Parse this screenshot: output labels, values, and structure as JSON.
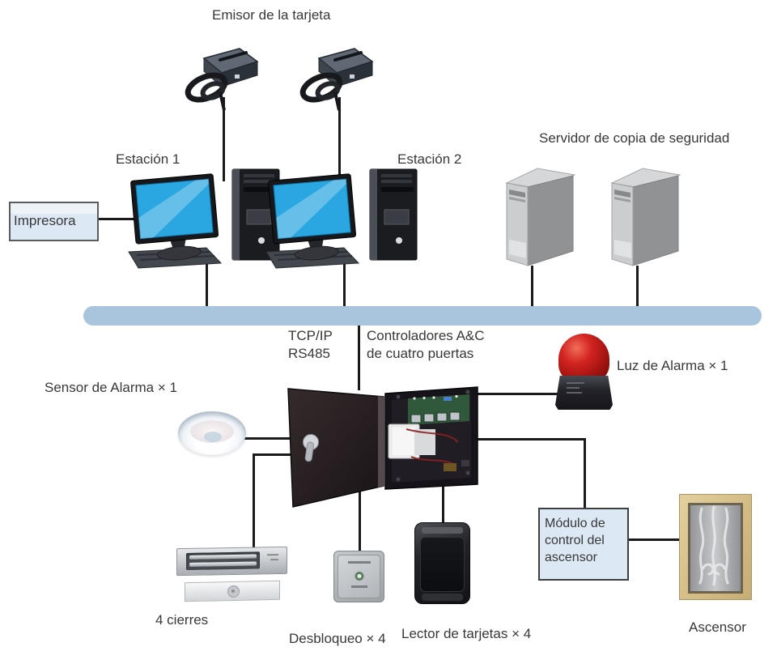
{
  "diagram": {
    "labels": {
      "card_issuer": "Emisor de la tarjeta",
      "station_1": "Estación 1",
      "station_2": "Estación 2",
      "backup_server": "Servidor de copia de seguridad",
      "printer": "Impresora",
      "protocol_line_1": "TCP/IP",
      "protocol_line_2": "RS485",
      "controller_line_1": "Controladores A&C",
      "controller_line_2": "de cuatro puertas",
      "alarm_light": "Luz de Alarma × 1",
      "alarm_sensor": "Sensor de Alarma × 1",
      "elevator_module_line_1": "Módulo de",
      "elevator_module_line_2": "control del",
      "elevator_module_line_3": "ascensor",
      "locks": "4 cierres",
      "unlock": "Desbloqueo × 4",
      "card_reader": "Lector de tarjetas × 4",
      "elevator": "Ascensor"
    },
    "colors": {
      "bus": "#a9c5dd",
      "wire": "#1a1a1a",
      "label_text": "#383838",
      "box_fill": "#dce8f3",
      "box_border": "#5c5c5c",
      "screen_blue": "#2aa7e0",
      "alarm_red": "#d22420",
      "elevator_frame": "#d2ba82"
    }
  }
}
